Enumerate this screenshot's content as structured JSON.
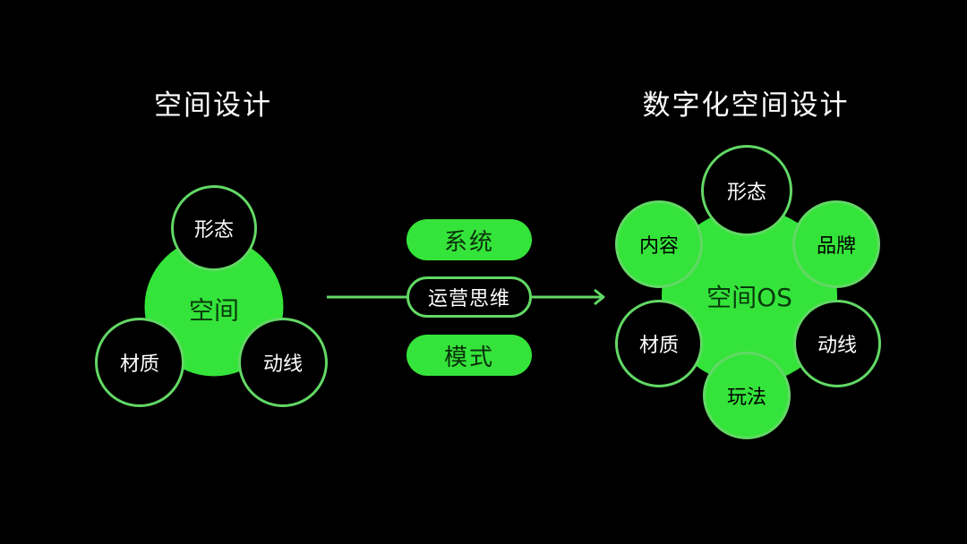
{
  "left": {
    "title": "空间设计",
    "center": "空间",
    "nodes": {
      "top": "形态",
      "left": "材质",
      "right": "动线"
    }
  },
  "middle": {
    "top": "系统",
    "center": "运营思维",
    "bottom": "模式"
  },
  "right": {
    "title": "数字化空间设计",
    "center": "空间OS",
    "nodes": {
      "top": "形态",
      "top_left": "内容",
      "top_right": "品牌",
      "bottom_left": "材质",
      "bottom_right": "动线",
      "bottom": "玩法"
    }
  },
  "colors": {
    "accent": "#35e43a",
    "outline": "#62d865",
    "background": "#000000",
    "text": "#ffffff"
  }
}
